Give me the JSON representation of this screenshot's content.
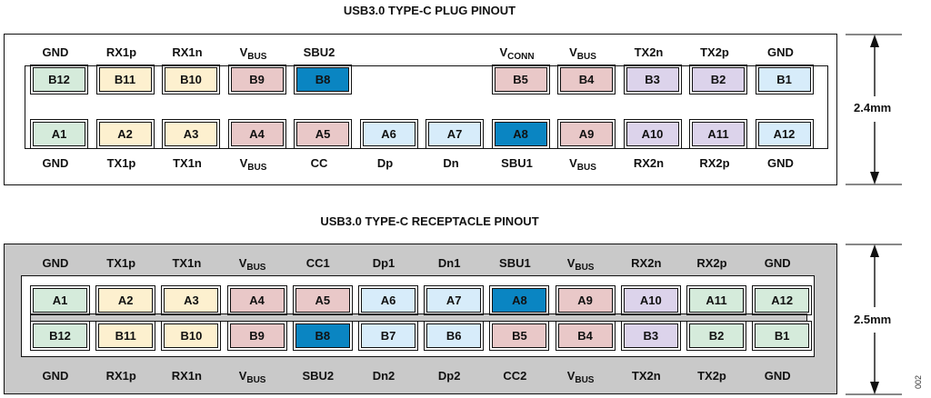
{
  "colors": {
    "green": "#d5ebdb",
    "yellow": "#fdf0cf",
    "pink": "#e9c8c8",
    "blue_dark": "#0a85c2",
    "blue_light": "#d7ecfa",
    "purple": "#dcd3eb",
    "panel_gray": "#c9c9c9"
  },
  "plug": {
    "title": "USB3.0 TYPE-C PLUG PINOUT",
    "dimension": "2.4mm",
    "top_labels": [
      {
        "main": "GND",
        "sub": ""
      },
      {
        "main": "RX1p",
        "sub": ""
      },
      {
        "main": "RX1n",
        "sub": ""
      },
      {
        "main": "V",
        "sub": "BUS"
      },
      {
        "main": "SBU2",
        "sub": ""
      },
      {
        "main": "",
        "sub": ""
      },
      {
        "main": "",
        "sub": ""
      },
      {
        "main": "V",
        "sub": "CONN"
      },
      {
        "main": "V",
        "sub": "BUS"
      },
      {
        "main": "TX2n",
        "sub": ""
      },
      {
        "main": "TX2p",
        "sub": ""
      },
      {
        "main": "GND",
        "sub": ""
      }
    ],
    "top_pins": [
      {
        "label": "B12",
        "color": "green"
      },
      {
        "label": "B11",
        "color": "yellow"
      },
      {
        "label": "B10",
        "color": "yellow"
      },
      {
        "label": "B9",
        "color": "pink"
      },
      {
        "label": "B8",
        "color": "blue_dark"
      },
      {
        "label": "",
        "color": ""
      },
      {
        "label": "",
        "color": ""
      },
      {
        "label": "B5",
        "color": "pink"
      },
      {
        "label": "B4",
        "color": "pink"
      },
      {
        "label": "B3",
        "color": "purple"
      },
      {
        "label": "B2",
        "color": "purple"
      },
      {
        "label": "B1",
        "color": "blue_light"
      }
    ],
    "bottom_pins": [
      {
        "label": "A1",
        "color": "green"
      },
      {
        "label": "A2",
        "color": "yellow"
      },
      {
        "label": "A3",
        "color": "yellow"
      },
      {
        "label": "A4",
        "color": "pink"
      },
      {
        "label": "A5",
        "color": "pink"
      },
      {
        "label": "A6",
        "color": "blue_light"
      },
      {
        "label": "A7",
        "color": "blue_light"
      },
      {
        "label": "A8",
        "color": "blue_dark"
      },
      {
        "label": "A9",
        "color": "pink"
      },
      {
        "label": "A10",
        "color": "purple"
      },
      {
        "label": "A11",
        "color": "purple"
      },
      {
        "label": "A12",
        "color": "blue_light"
      }
    ],
    "bottom_labels": [
      {
        "main": "GND",
        "sub": ""
      },
      {
        "main": "TX1p",
        "sub": ""
      },
      {
        "main": "TX1n",
        "sub": ""
      },
      {
        "main": "V",
        "sub": "BUS"
      },
      {
        "main": "CC",
        "sub": ""
      },
      {
        "main": "Dp",
        "sub": ""
      },
      {
        "main": "Dn",
        "sub": ""
      },
      {
        "main": "SBU1",
        "sub": ""
      },
      {
        "main": "V",
        "sub": "BUS"
      },
      {
        "main": "RX2n",
        "sub": ""
      },
      {
        "main": "RX2p",
        "sub": ""
      },
      {
        "main": "GND",
        "sub": ""
      }
    ]
  },
  "receptacle": {
    "title": "USB3.0 TYPE-C RECEPTACLE PINOUT",
    "dimension": "2.5mm",
    "top_labels": [
      {
        "main": "GND",
        "sub": ""
      },
      {
        "main": "TX1p",
        "sub": ""
      },
      {
        "main": "TX1n",
        "sub": ""
      },
      {
        "main": "V",
        "sub": "BUS"
      },
      {
        "main": "CC1",
        "sub": ""
      },
      {
        "main": "Dp1",
        "sub": ""
      },
      {
        "main": "Dn1",
        "sub": ""
      },
      {
        "main": "SBU1",
        "sub": ""
      },
      {
        "main": "V",
        "sub": "BUS"
      },
      {
        "main": "RX2n",
        "sub": ""
      },
      {
        "main": "RX2p",
        "sub": ""
      },
      {
        "main": "GND",
        "sub": ""
      }
    ],
    "top_pins": [
      {
        "label": "A1",
        "color": "green"
      },
      {
        "label": "A2",
        "color": "yellow"
      },
      {
        "label": "A3",
        "color": "yellow"
      },
      {
        "label": "A4",
        "color": "pink"
      },
      {
        "label": "A5",
        "color": "pink"
      },
      {
        "label": "A6",
        "color": "blue_light"
      },
      {
        "label": "A7",
        "color": "blue_light"
      },
      {
        "label": "A8",
        "color": "blue_dark"
      },
      {
        "label": "A9",
        "color": "pink"
      },
      {
        "label": "A10",
        "color": "purple"
      },
      {
        "label": "A11",
        "color": "green"
      },
      {
        "label": "A12",
        "color": "green"
      }
    ],
    "bottom_pins": [
      {
        "label": "B12",
        "color": "green"
      },
      {
        "label": "B11",
        "color": "yellow"
      },
      {
        "label": "B10",
        "color": "yellow"
      },
      {
        "label": "B9",
        "color": "pink"
      },
      {
        "label": "B8",
        "color": "blue_dark"
      },
      {
        "label": "B7",
        "color": "blue_light"
      },
      {
        "label": "B6",
        "color": "blue_light"
      },
      {
        "label": "B5",
        "color": "pink"
      },
      {
        "label": "B4",
        "color": "pink"
      },
      {
        "label": "B3",
        "color": "purple"
      },
      {
        "label": "B2",
        "color": "green"
      },
      {
        "label": "B1",
        "color": "green"
      }
    ],
    "bottom_labels": [
      {
        "main": "GND",
        "sub": ""
      },
      {
        "main": "RX1p",
        "sub": ""
      },
      {
        "main": "RX1n",
        "sub": ""
      },
      {
        "main": "V",
        "sub": "BUS"
      },
      {
        "main": "SBU2",
        "sub": ""
      },
      {
        "main": "Dn2",
        "sub": ""
      },
      {
        "main": "Dp2",
        "sub": ""
      },
      {
        "main": "CC2",
        "sub": ""
      },
      {
        "main": "V",
        "sub": "BUS"
      },
      {
        "main": "TX2n",
        "sub": ""
      },
      {
        "main": "TX2p",
        "sub": ""
      },
      {
        "main": "GND",
        "sub": ""
      }
    ]
  },
  "figure_id": "002"
}
